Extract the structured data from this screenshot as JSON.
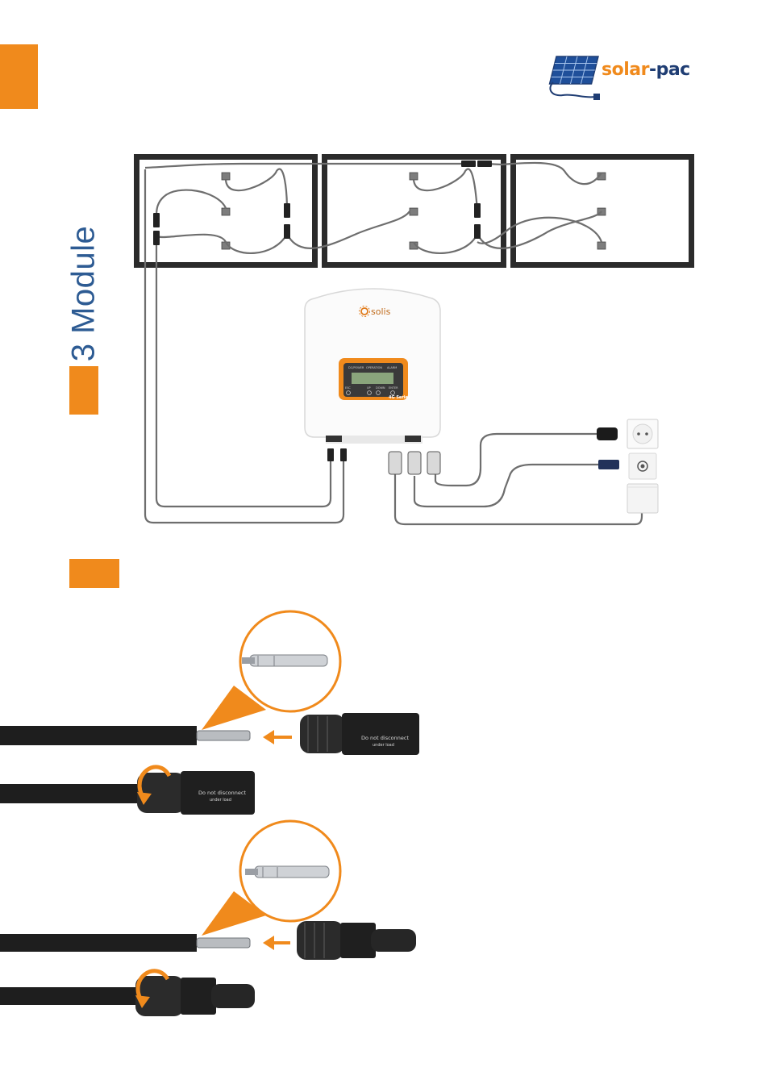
{
  "page": {
    "title": "3 Module"
  },
  "logo": {
    "part1": "solar",
    "part2": "-pac"
  },
  "inverter": {
    "brand": "solis",
    "series_badge": "4G Series",
    "indicators": [
      "DC/POWER",
      "OPERATION",
      "ALARM"
    ],
    "buttons": [
      "ESC",
      "UP",
      "DOWN",
      "ENTER"
    ]
  },
  "connectors": {
    "warning_line1": "Do not disconnect",
    "warning_line2": "under load"
  },
  "colors": {
    "accent": "#f08a1c",
    "title": "#2d5b93",
    "logo_dark": "#1f3d73",
    "panel_frame": "#2b2b2b",
    "cable": "#6e6e6e"
  },
  "icons": {
    "logo": "solar-panel-plug-icon",
    "wall_socket": "schuko-socket-icon",
    "meter": "energy-meter-icon",
    "junction_box": "junction-box-icon",
    "rotate": "rotate-arrow-icon",
    "insert": "insert-arrow-icon"
  }
}
